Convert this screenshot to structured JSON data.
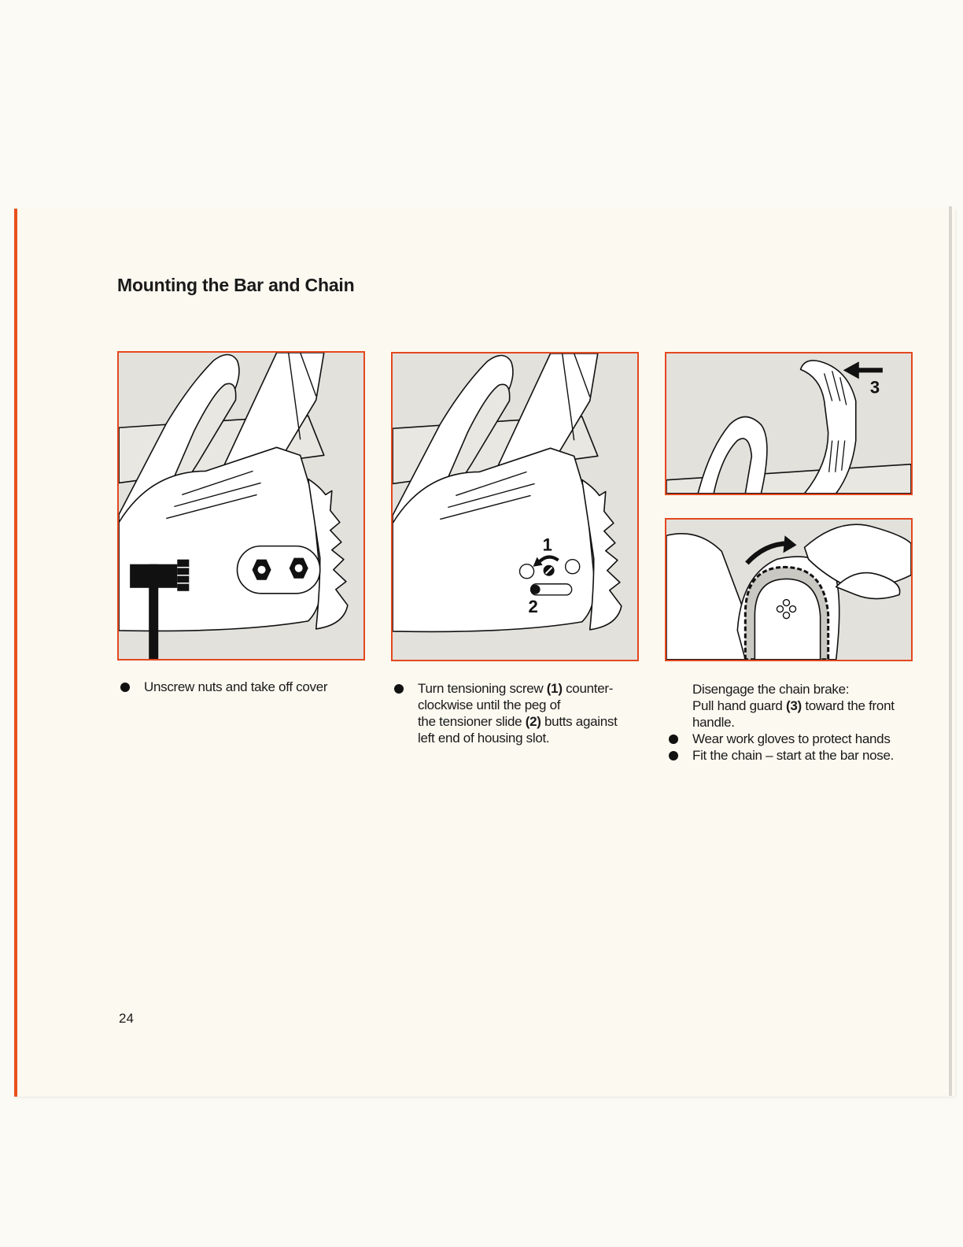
{
  "heading": "Mounting the Bar and Chain",
  "page_number": "24",
  "figures": {
    "fig2_label_screw": "1",
    "fig2_label_slide": "2",
    "fig3_label_guard": "3"
  },
  "step1": {
    "text": "Unscrew nuts and take off cover"
  },
  "step2": {
    "line1_a": "Turn tensioning screw ",
    "line1_b": "(1)",
    "line1_c": " counter-",
    "line2": "clockwise until the peg of",
    "line3_a": "the tensioner slide ",
    "line3_b": "(2)",
    "line3_c": " butts against",
    "line4": "left end of housing slot."
  },
  "step3": {
    "intro": "Disengage the chain brake:",
    "pull_a": "Pull hand guard ",
    "pull_b": "(3)",
    "pull_c": " toward the front",
    "pull_d": "handle.",
    "bullet1": "Wear work gloves to protect hands",
    "bullet2": "Fit the chain – start at the bar nose."
  },
  "colors": {
    "accent": "#e3481f",
    "figure_background": "#e2e1dc",
    "page": "#fbf9f0"
  }
}
